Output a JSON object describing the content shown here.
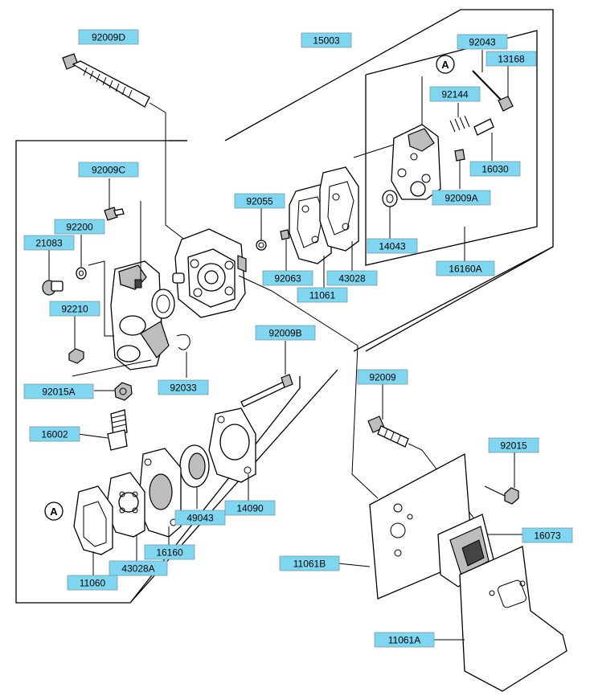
{
  "callout_a": "A",
  "parts": [
    {
      "key": "p92009D",
      "label": "92009D"
    },
    {
      "key": "p15003",
      "label": "15003"
    },
    {
      "key": "p92043",
      "label": "92043"
    },
    {
      "key": "p13168",
      "label": "13168"
    },
    {
      "key": "p92144",
      "label": "92144"
    },
    {
      "key": "p16030",
      "label": "16030"
    },
    {
      "key": "p92009A",
      "label": "92009A"
    },
    {
      "key": "p14043",
      "label": "14043"
    },
    {
      "key": "p16160A",
      "label": "16160A"
    },
    {
      "key": "p92009C",
      "label": "92009C"
    },
    {
      "key": "p92055",
      "label": "92055"
    },
    {
      "key": "p92200",
      "label": "92200"
    },
    {
      "key": "p21083",
      "label": "21083"
    },
    {
      "key": "p92063",
      "label": "92063"
    },
    {
      "key": "p43028",
      "label": "43028"
    },
    {
      "key": "p11061",
      "label": "11061"
    },
    {
      "key": "p92210",
      "label": "92210"
    },
    {
      "key": "p92009B",
      "label": "92009B"
    },
    {
      "key": "p92033",
      "label": "92033"
    },
    {
      "key": "p92015A",
      "label": "92015A"
    },
    {
      "key": "p92009",
      "label": "92009"
    },
    {
      "key": "p16002",
      "label": "16002"
    },
    {
      "key": "p92015",
      "label": "92015"
    },
    {
      "key": "p49043",
      "label": "49043"
    },
    {
      "key": "p14090",
      "label": "14090"
    },
    {
      "key": "p16073",
      "label": "16073"
    },
    {
      "key": "p16160",
      "label": "16160"
    },
    {
      "key": "p11061B",
      "label": "11061B"
    },
    {
      "key": "p43028A",
      "label": "43028A"
    },
    {
      "key": "p11060",
      "label": "11060"
    },
    {
      "key": "p11061A",
      "label": "11061A"
    }
  ]
}
